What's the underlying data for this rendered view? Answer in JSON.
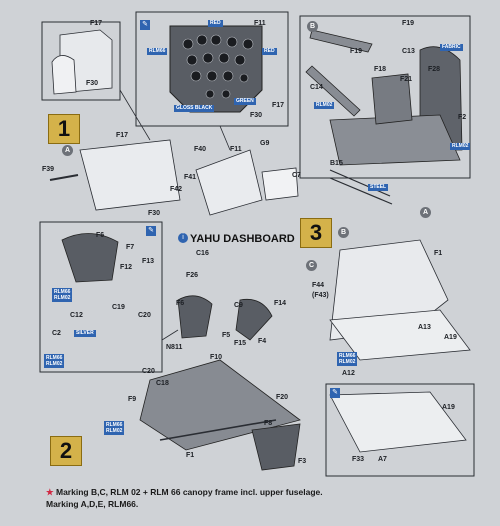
{
  "diagram_title": "YAHU DASHBOARD",
  "steps": [
    "1",
    "2",
    "3"
  ],
  "callouts": [
    "A",
    "B",
    "C"
  ],
  "info_icon": "i",
  "pen_icon": "✎",
  "part_labels": {
    "f17_top": "F17",
    "f30_top": "F30",
    "f11_top": "F11",
    "f17_panel": "F17",
    "f30_panel": "F30",
    "f19": "F19",
    "c13": "C13",
    "f19b": "F19",
    "f18": "F18",
    "f28": "F28",
    "c14": "C14",
    "f21": "F21",
    "f2": "F2",
    "f17_mid": "F17",
    "f40": "F40",
    "f11_mid": "F11",
    "g9": "G9",
    "f39": "F39",
    "f41": "F41",
    "f42": "F42",
    "c7": "C7",
    "f30_mid": "F30",
    "b15": "B15",
    "f6": "F6",
    "f7": "F7",
    "f12": "F12",
    "f13": "F13",
    "c12": "C12",
    "c19": "C19",
    "c20": "C20",
    "c2": "C2",
    "c16": "C16",
    "f26": "F26",
    "f1_right": "F1",
    "f44": "F44",
    "f43": "(F43)",
    "c9": "C9",
    "f14": "F14",
    "f6b": "F6",
    "f5": "F5",
    "f15": "F15",
    "f4": "F4",
    "a13": "A13",
    "a19": "A19",
    "n811": "N811",
    "f10": "F10",
    "c20b": "C20",
    "c18": "C18",
    "f9": "F9",
    "f20": "F20",
    "f8": "F8",
    "f1_bottom": "F1",
    "f3": "F3",
    "a12": "A12",
    "a19b": "A19",
    "f33": "F33",
    "a7": "A7"
  },
  "color_tags": {
    "red1": "RED",
    "rlm66": "RLM66",
    "red2": "RED",
    "green": "GREEN",
    "gloss_black": "GLOSS BLACK",
    "rlm02": "RLM02",
    "fabric": "FABRIC",
    "rlm02b": "RLM02",
    "steel": "STEEL",
    "silver": "SILVER",
    "rlm66_pair_a": [
      "RLM66",
      "RLM02"
    ],
    "rlm66_pair_b": [
      "RLM66",
      "RLM02"
    ],
    "rlm66_pair_c": [
      "RLM66",
      "RLM02"
    ],
    "rlm66_pair_d": [
      "RLM66",
      "RLM02"
    ]
  },
  "footnote": {
    "line1": "Marking B,C, RLM 02 + RLM 66 canopy frame incl. upper fuselage.",
    "line2": "Marking A,D,E, RLM66."
  },
  "colors": {
    "paper": "#cfd2d6",
    "step_yellow": "#d4b24a",
    "callout_blue": "#2f64b0",
    "star_red": "#d02a44"
  }
}
